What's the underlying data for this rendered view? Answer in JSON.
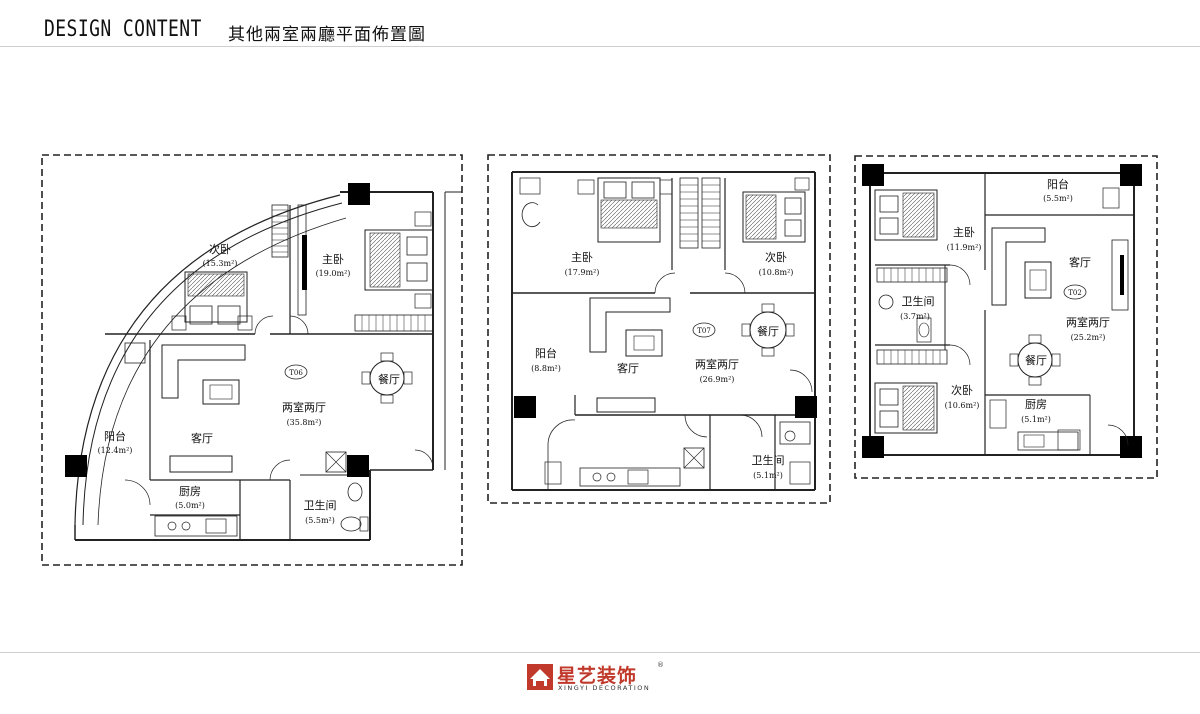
{
  "header": {
    "title_en": "DESIGN CONTENT",
    "title_cn": "其他兩室兩廳平面佈置圖"
  },
  "brand": {
    "name_cn": "星艺装饰",
    "name_en": "XINGYI DECORATION",
    "reg": "®"
  },
  "plans": [
    {
      "code": "T06",
      "rooms": [
        {
          "name": "次卧",
          "area": "(15.3m²)"
        },
        {
          "name": "主卧",
          "area": "(19.0m²)"
        },
        {
          "name": "餐厅",
          "area": ""
        },
        {
          "name": "两室两厅",
          "area": "(35.8m²)"
        },
        {
          "name": "阳台",
          "area": "(12.4m²)"
        },
        {
          "name": "客厅",
          "area": ""
        },
        {
          "name": "厨房",
          "area": "(5.0m²)"
        },
        {
          "name": "卫生间",
          "area": "(5.5m²)"
        }
      ]
    },
    {
      "code": "T07",
      "rooms": [
        {
          "name": "主卧",
          "area": "(17.9m²)"
        },
        {
          "name": "次卧",
          "area": "(10.8m²)"
        },
        {
          "name": "餐厅",
          "area": ""
        },
        {
          "name": "阳台",
          "area": "(8.8m²)"
        },
        {
          "name": "客厅",
          "area": ""
        },
        {
          "name": "两室两厅",
          "area": "(26.9m²)"
        },
        {
          "name": "卫生间",
          "area": "(5.1m²)"
        }
      ]
    },
    {
      "code": "T02",
      "rooms": [
        {
          "name": "阳台",
          "area": "(5.5m²)"
        },
        {
          "name": "主卧",
          "area": "(11.9m²)"
        },
        {
          "name": "客厅",
          "area": ""
        },
        {
          "name": "卫生间",
          "area": "(3.7m²)"
        },
        {
          "name": "两室两厅",
          "area": "(25.2m²)"
        },
        {
          "name": "餐厅",
          "area": ""
        },
        {
          "name": "次卧",
          "area": "(10.6m²)"
        },
        {
          "name": "厨房",
          "area": "(5.1m²)"
        }
      ]
    }
  ]
}
